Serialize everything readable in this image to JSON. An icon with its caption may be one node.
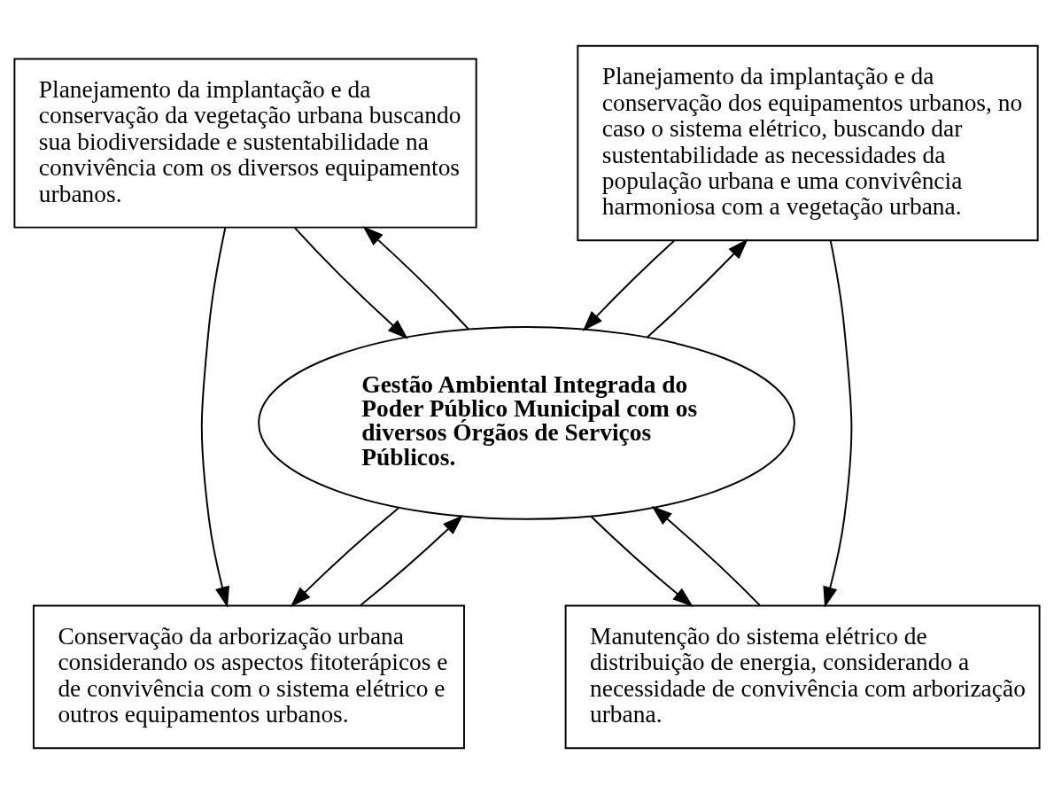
{
  "diagram": {
    "nodes": [
      {
        "text": [
          "Planejamento da implantação e da conservação da vegetação urbana buscando sua biodiversidade e sustentabilidade na convivência com os diversos equipamentos urbanos."
        ]
      },
      {
        "text": [
          "Planejamento da implantação e da conservação dos equipamentos urbanos, no caso o sistema elétrico, buscando dar sustentabilidade as necessidades da população urbana e uma convivência harmoniosa com a vegetação urbana."
        ]
      },
      {
        "text": [
          "Gestão Ambiental Integrada do Poder Público Municipal com os diversos Órgãos de Serviços Públicos."
        ]
      },
      {
        "text": [
          "Conservação da arborização urbana considerando os aspectos fitoterápicos e de convivência com o sistema elétrico e outros equipamentos urbanos."
        ]
      },
      {
        "text": [
          "Manutenção do sistema elétrico de distribuição de energia, considerando a necessidade de convivência com arborização urbana."
        ]
      }
    ],
    "edges": [
      {
        "from": 0,
        "to": 2,
        "arrow": "to"
      },
      {
        "from": 2,
        "to": 0,
        "arrow": "to"
      },
      {
        "from": 0,
        "to": 3,
        "arrow": "to"
      },
      {
        "from": 2,
        "to": 3,
        "arrow": "to"
      },
      {
        "from": 3,
        "to": 2,
        "arrow": "to"
      },
      {
        "from": 1,
        "to": 2,
        "arrow": "to"
      },
      {
        "from": 2,
        "to": 1,
        "arrow": "to"
      },
      {
        "from": 1,
        "to": 4,
        "arrow": "to"
      },
      {
        "from": 2,
        "to": 4,
        "arrow": "to"
      },
      {
        "from": 4,
        "to": 2,
        "arrow": "to"
      }
    ]
  }
}
